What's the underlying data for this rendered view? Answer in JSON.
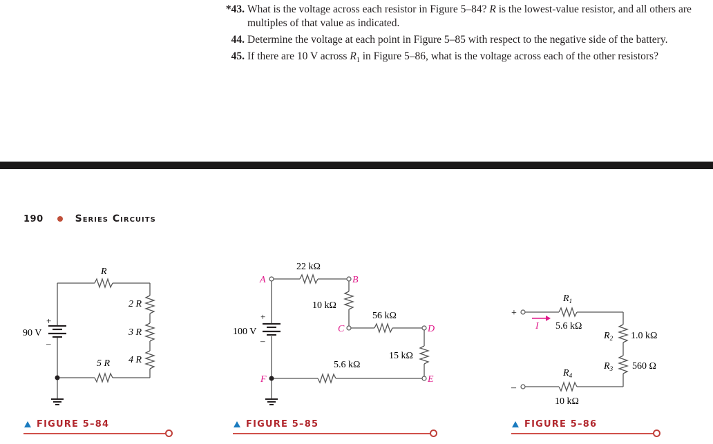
{
  "problems": [
    {
      "number": "*43.",
      "text_parts": [
        "What is the voltage across each resistor in Figure 5–84? ",
        "R",
        " is the lowest-value resistor, and all others are multiples of that value as indicated."
      ]
    },
    {
      "number": "44.",
      "text": "Determine the voltage at each point in Figure 5–85 with respect to the negative side of the battery."
    },
    {
      "number": "45.",
      "text_parts": [
        "If there are 10 V across ",
        "R",
        "1",
        " in Figure 5–86, what is the voltage across each of the other resistors?"
      ]
    }
  ],
  "running_head": {
    "page": "190",
    "title": "Series Circuits"
  },
  "colors": {
    "accent_red": "#b2282e",
    "rule_red": "#d0504a",
    "triangle_blue": "#1a7bbf",
    "node_magenta": "#e0188a",
    "bar": "#1a1818"
  },
  "figures": [
    {
      "caption": "FIGURE 5–84",
      "source": "90 V",
      "plus": "+",
      "minus": "–",
      "resistors": [
        "R",
        "2 R",
        "3 R",
        "4 R",
        "5 R"
      ]
    },
    {
      "caption": "FIGURE 5–85",
      "source": "100 V",
      "plus": "+",
      "minus": "–",
      "resistors": [
        "22 kΩ",
        "10 kΩ",
        "56 kΩ",
        "15 kΩ",
        "5.6 kΩ"
      ],
      "nodes": [
        "A",
        "B",
        "C",
        "D",
        "E",
        "F"
      ]
    },
    {
      "caption": "FIGURE 5–86",
      "plus": "+",
      "minus": "–",
      "current_label": "I",
      "resistors": [
        {
          "name": "R",
          "sub": "1",
          "value": "5.6 kΩ"
        },
        {
          "name": "R",
          "sub": "2",
          "value": "1.0 kΩ"
        },
        {
          "name": "R",
          "sub": "3",
          "value": "560 Ω"
        },
        {
          "name": "R",
          "sub": "4",
          "value": "10 kΩ"
        }
      ]
    }
  ]
}
